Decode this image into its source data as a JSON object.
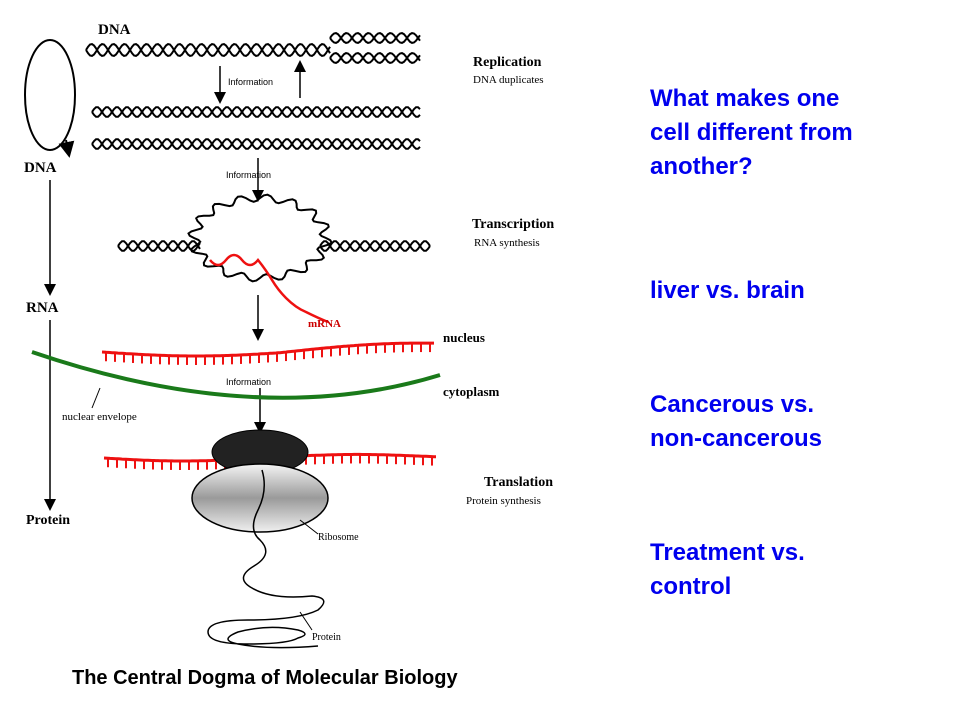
{
  "diagram": {
    "labels": {
      "dna_top": "DNA",
      "dna_left": "DNA",
      "rna_left": "RNA",
      "protein_left": "Protein",
      "information_1": "Information",
      "information_2": "Information",
      "information_3": "Information",
      "replication": "Replication",
      "replication_sub": "DNA duplicates",
      "transcription": "Transcription",
      "transcription_sub": "RNA synthesis",
      "mrna": "mRNA",
      "nucleus": "nucleus",
      "cytoplasm": "cytoplasm",
      "nuclear_envelope": "nuclear envelope",
      "translation": "Translation",
      "translation_sub": "Protein synthesis",
      "ribosome": "Ribosome",
      "protein_chain": "Protein"
    },
    "caption": "The Central Dogma of Molecular Biology",
    "colors": {
      "mrna": "#ee1111",
      "envelope": "#1a7a1a",
      "ink": "#000000"
    }
  },
  "questions": [
    {
      "line1": "What makes one",
      "line2": "cell different from",
      "line3": "another?"
    },
    {
      "line1": "liver vs. brain"
    },
    {
      "line1": "Cancerous vs.",
      "line2": "non-cancerous"
    },
    {
      "line1": "Treatment vs.",
      "line2": "control"
    }
  ]
}
